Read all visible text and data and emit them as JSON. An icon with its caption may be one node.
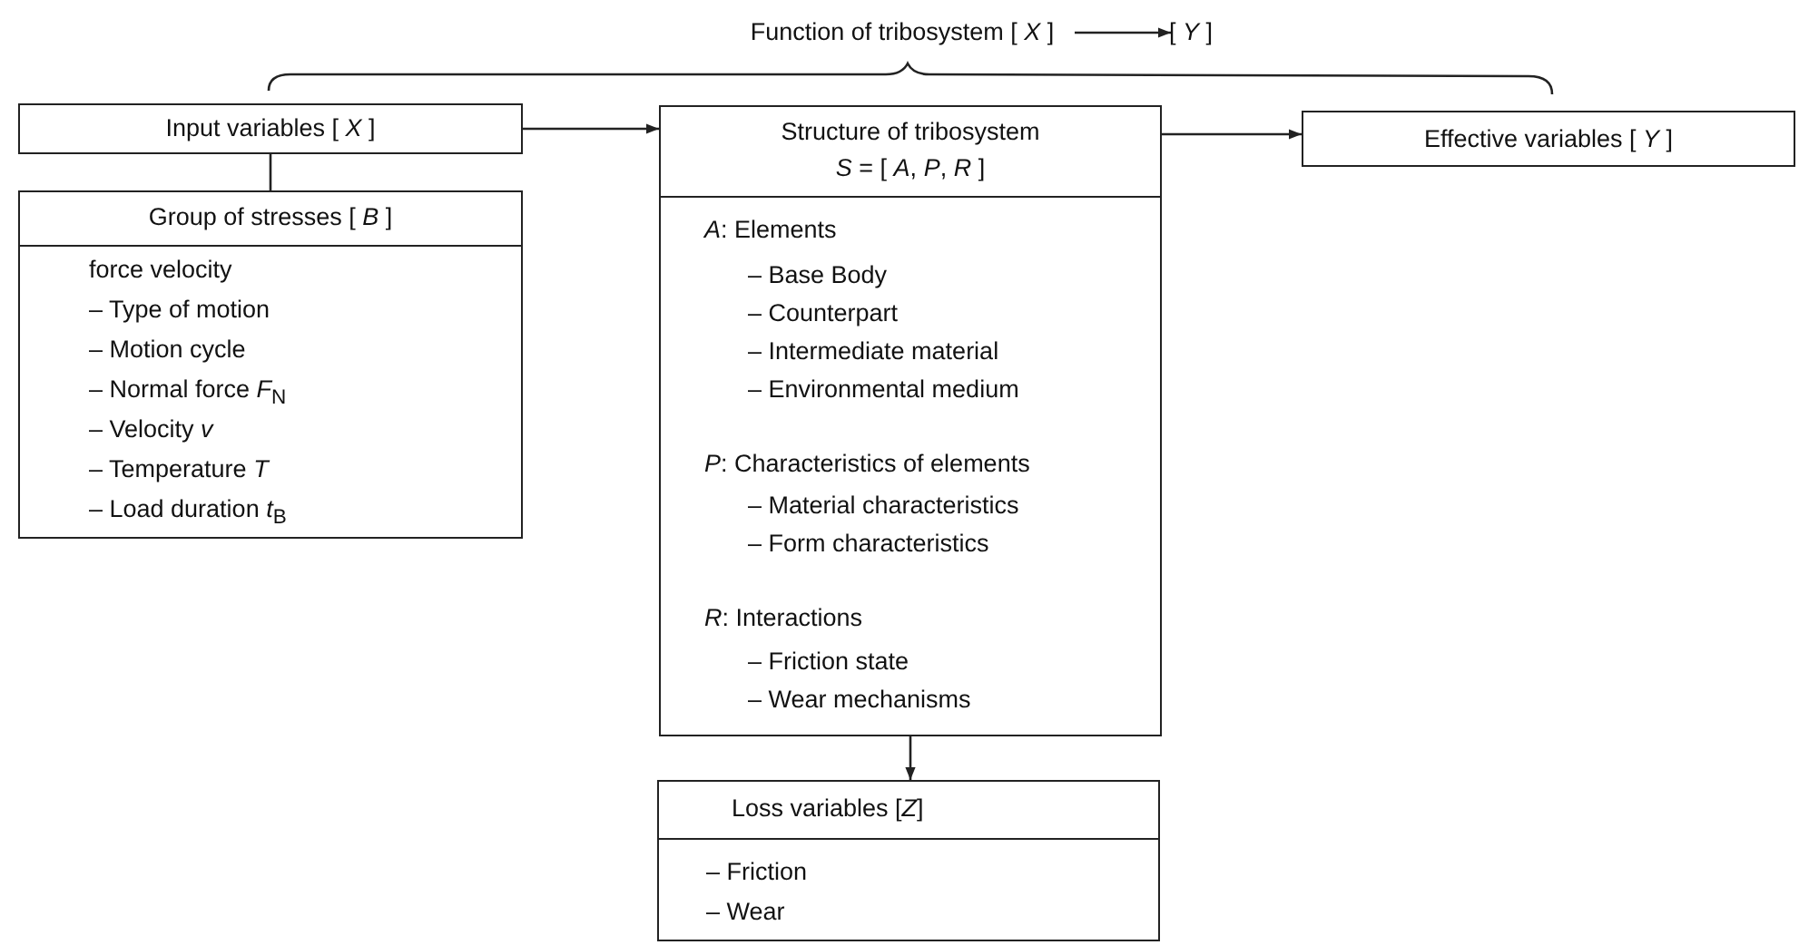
{
  "diagram": {
    "nodes": [
      {
        "text": [
          "Input variables [ *X* ]"
        ]
      },
      {
        "text": [
          "Group of stresses [ *B* ]",
          "force velocity",
          "– Type of motion",
          "– Motion cycle",
          "– Normal force *F*$_{N}$",
          "– Velocity *v*",
          "– Temperature *T*",
          "– Load duration *t*$_{B}$"
        ]
      },
      {
        "text": [
          "Structure of tribosystem",
          "*S* = [ *A*, *P*, *R* ]",
          "*A*: Elements",
          "– Base Body",
          "– Counterpart",
          "– Intermediate material",
          "– Environmental medium",
          "*P*: Characteristics of elements",
          "– Material characteristics",
          "– Form characteristics",
          "*R*: Interactions",
          "– Friction state",
          "– Wear mechanisms"
        ]
      },
      {
        "text": [
          "Effective variables [ *Y* ]"
        ]
      },
      {
        "text": [
          "Loss variables [*Z*]",
          "– Friction",
          "– Wear"
        ]
      },
      {
        "text": [
          "Function of tribosystem [ *X* ]"
        ]
      },
      {
        "text": [
          "[ *Y* ]"
        ]
      }
    ],
    "edges": [
      {
        "from": 0,
        "to": 1,
        "arrow": "none"
      },
      {
        "from": 0,
        "to": 2,
        "arrow": "to"
      },
      {
        "from": 2,
        "to": 3,
        "arrow": "to"
      },
      {
        "from": 2,
        "to": 4,
        "arrow": "to"
      },
      {
        "from": 5,
        "to": 6,
        "arrow": "to"
      }
    ]
  }
}
